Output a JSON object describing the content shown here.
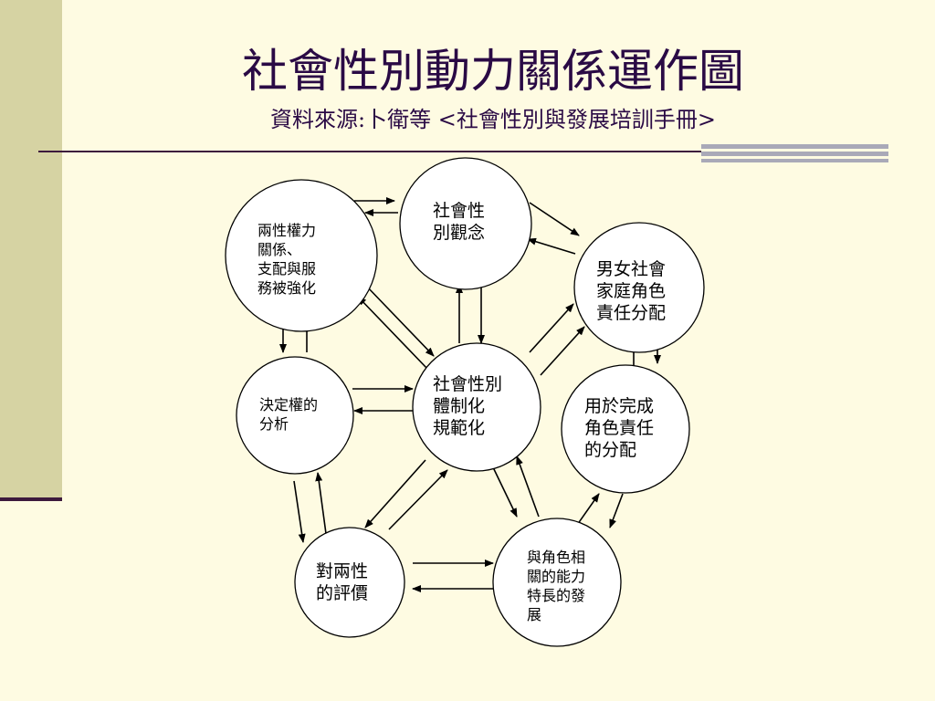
{
  "slide": {
    "title": "社會性別動力關係運作圖",
    "subtitle": "資料來源:卜衛等 <社會性別與發展培訓手冊>"
  },
  "nodes": [
    {
      "id": "gender_concept",
      "label": "社會性\n別觀念"
    },
    {
      "id": "power_relations",
      "label": "兩性權力\n關係、\n支配與服\n務被強化"
    },
    {
      "id": "family_roles",
      "label": "男女社會\n家庭角色\n責任分配"
    },
    {
      "id": "decision_power",
      "label": "決定權的\n分析"
    },
    {
      "id": "institutionalization",
      "label": "社會性別\n體制化\n規範化"
    },
    {
      "id": "resource_allocation",
      "label": "用於完成\n角色責任\n的分配"
    },
    {
      "id": "evaluation",
      "label": "對兩性\n的評價"
    },
    {
      "id": "abilities",
      "label": "與角色相\n關的能力\n特長的發\n展"
    }
  ],
  "colors": {
    "background": "#fefbe2",
    "accent_bar": "#d6d3a3",
    "title_text": "#2a0a45",
    "rule": "#3d1a3d"
  }
}
